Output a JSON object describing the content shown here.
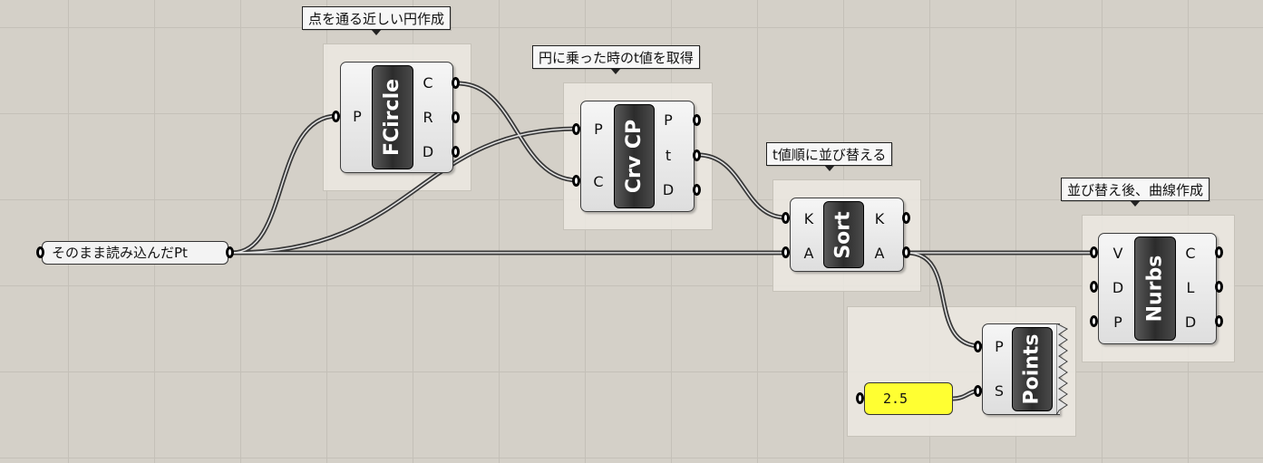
{
  "bubbles": {
    "fcircle": "点を通る近しい円作成",
    "crvcp": "円に乗った時のt値を取得",
    "sort": "t値順に並び替える",
    "nurbs": "並び替え後、曲線作成"
  },
  "panel": {
    "text": "そのまま読み込んだPt"
  },
  "slider": {
    "value": "2.5"
  },
  "components": {
    "fcircle": {
      "name": "FCircle",
      "inputs": [
        "P"
      ],
      "outputs": [
        "C",
        "R",
        "D"
      ]
    },
    "crvcp": {
      "name": "Crv CP",
      "inputs": [
        "P",
        "C"
      ],
      "outputs": [
        "P",
        "t",
        "D"
      ]
    },
    "sort": {
      "name": "Sort",
      "inputs": [
        "K",
        "A"
      ],
      "outputs": [
        "K",
        "A"
      ]
    },
    "nurbs": {
      "name": "Nurbs",
      "inputs": [
        "V",
        "D",
        "P"
      ],
      "outputs": [
        "C",
        "L",
        "D"
      ]
    },
    "points": {
      "name": "Points",
      "inputs": [
        "P",
        "S"
      ]
    }
  },
  "colors": {
    "canvas": "#d4d0c8",
    "slider": "#ffff32",
    "component_core": "#2c2c2c"
  }
}
